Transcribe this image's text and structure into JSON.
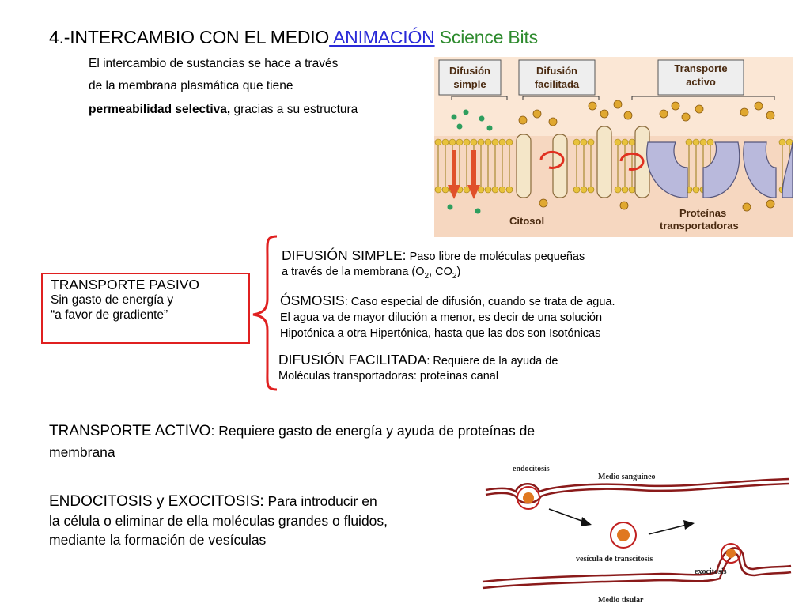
{
  "title": {
    "prefix": "4.-INTERCAMBIO CON EL MEDIO",
    "link": " ANIMACIÓN",
    "suffix": " Science Bits"
  },
  "intro": {
    "line1": "El intercambio de sustancias se hace a través",
    "line2": "de la membrana plasmática que tiene",
    "line3_bold": "permeabilidad selectiva,",
    "line3_rest": " gracias a su estructura"
  },
  "membrane_figure": {
    "label_simple": [
      "Difusión",
      "simple"
    ],
    "label_facilitada": [
      "Difusión",
      "facilitada"
    ],
    "label_activo": [
      "Transporte",
      "activo"
    ],
    "label_citosol": "Citosol",
    "label_proteinas": [
      "Proteínas",
      "transportadoras"
    ]
  },
  "transporte_pasivo": {
    "heading": "TRANSPORTE PASIVO",
    "line1": "Sin gasto de energía y",
    "line2": "“a favor de gradiente”"
  },
  "difusion_simple": {
    "term": "DIFUSIÓN SIMPLE",
    "colon": ":",
    "text1": " Paso libre de moléculas pequeñas",
    "text2": "a través de la membrana (O",
    "sub1": "2",
    "mid": ", CO",
    "sub2": "2",
    "end": ")"
  },
  "osmosis": {
    "term": "ÓSMOSIS",
    "text1": ": Caso especial de difusión, cuando se trata de agua.",
    "line2": "El agua va de mayor dilución a menor, es decir de una solución",
    "line3": "Hipotónica a otra Hipertónica, hasta que las dos son Isotónicas"
  },
  "difusion_facilitada": {
    "term": "DIFUSIÓN FACILITADA",
    "text1": ": Requiere de la ayuda de",
    "line2": "Moléculas transportadoras: proteínas canal"
  },
  "transporte_activo": {
    "term": "TRANSPORTE ACTIVO",
    "text1": ": Requiere gasto de energía y ayuda de proteínas de",
    "line2": "membrana"
  },
  "endocitosis": {
    "term": "ENDOCITOSIS y EXOCITOSIS:",
    "text1": " Para introducir en",
    "line2": "la célula o eliminar de ella moléculas grandes o fluidos,",
    "line3": "mediante la formación de vesículas"
  },
  "endo_figure": {
    "endocitosis": "endocitosis",
    "medio_sanguineo": "Medio sanguíneo",
    "vesicula": "vesícula de transcitosis",
    "exocitosis": "exocitosis",
    "medio_tisular": "Medio tisular"
  },
  "colors": {
    "bracket": "#e02020",
    "link": "#2a2ad8",
    "science_bits": "#2e8b2e",
    "membrane_bg": "#f6d7c0",
    "protein": "#b9b9dc"
  }
}
